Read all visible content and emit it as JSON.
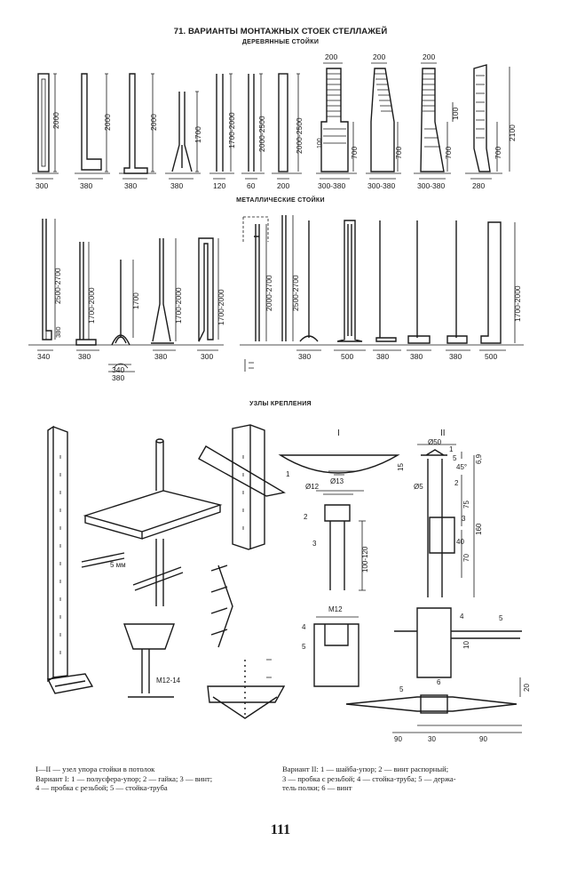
{
  "header": {
    "title": "71. ВАРИАНТЫ МОНТАЖНЫХ СТОЕК СТЕЛЛАЖЕЙ",
    "wood_section": "ДЕРЕВЯННЫЕ СТОЙКИ",
    "metal_section": "МЕТАЛЛИЧЕСКИЕ СТОЙКИ",
    "nodes_section": "УЗЛЫ КРЕПЛЕНИЯ"
  },
  "wood_posts": {
    "heights": [
      "2000",
      "2000",
      "2000",
      "1700",
      "1700-2000",
      "2000-2500",
      "2000-2500",
      "700",
      "700",
      "700",
      "100",
      "700",
      "2100"
    ],
    "tops": [
      "200",
      "200",
      "200",
      "100"
    ],
    "widths": [
      "300",
      "380",
      "380",
      "380",
      "120",
      "60",
      "200",
      "300-380",
      "300-380",
      "300-380",
      "280"
    ]
  },
  "metal_posts": {
    "heights": [
      "2500-2700",
      "1700-2000",
      "1700",
      "1700-2000",
      "1700-2000",
      "2000-2700",
      "2500-2700",
      "1700-2000"
    ],
    "small": "380",
    "widths_left": [
      "340",
      "380",
      "380",
      "300"
    ],
    "arc_widths": [
      "340",
      "380"
    ],
    "widths_right": [
      "380",
      "500",
      "380",
      "380",
      "380",
      "500"
    ]
  },
  "nodes": {
    "label_5mm": "5 мм",
    "label_m1214": "М12-14",
    "variant_I": "I",
    "variant_II": "II",
    "dims_I": [
      "Ø12",
      "Ø13",
      "100-120",
      "М12",
      "15"
    ],
    "parts_I": [
      "1",
      "2",
      "3",
      "4",
      "5"
    ],
    "dims_II": [
      "Ø50",
      "Ø5",
      "45°",
      "5",
      "6,9",
      "75",
      "160",
      "40",
      "70",
      "10",
      "20",
      "90",
      "30",
      "90"
    ],
    "parts_II": [
      "1",
      "2",
      "3",
      "4",
      "5",
      "6"
    ]
  },
  "caption": {
    "left_line1": "I—II — узел упора стойки в потолок",
    "left_line2": "Вариант I: 1 — полусфера-упор; 2 — гайка; 3 — винт;",
    "left_line3": "4 — пробка с резьбой; 5 — стойка-труба",
    "right_line1": "Вариант II: 1 — шайба-упор; 2 — винт распорный;",
    "right_line2": "3 — пробка с резьбой; 4 — стойка-труба; 5 — держа-",
    "right_line3": "тель полки; 6 — винт"
  },
  "page_number": "111"
}
